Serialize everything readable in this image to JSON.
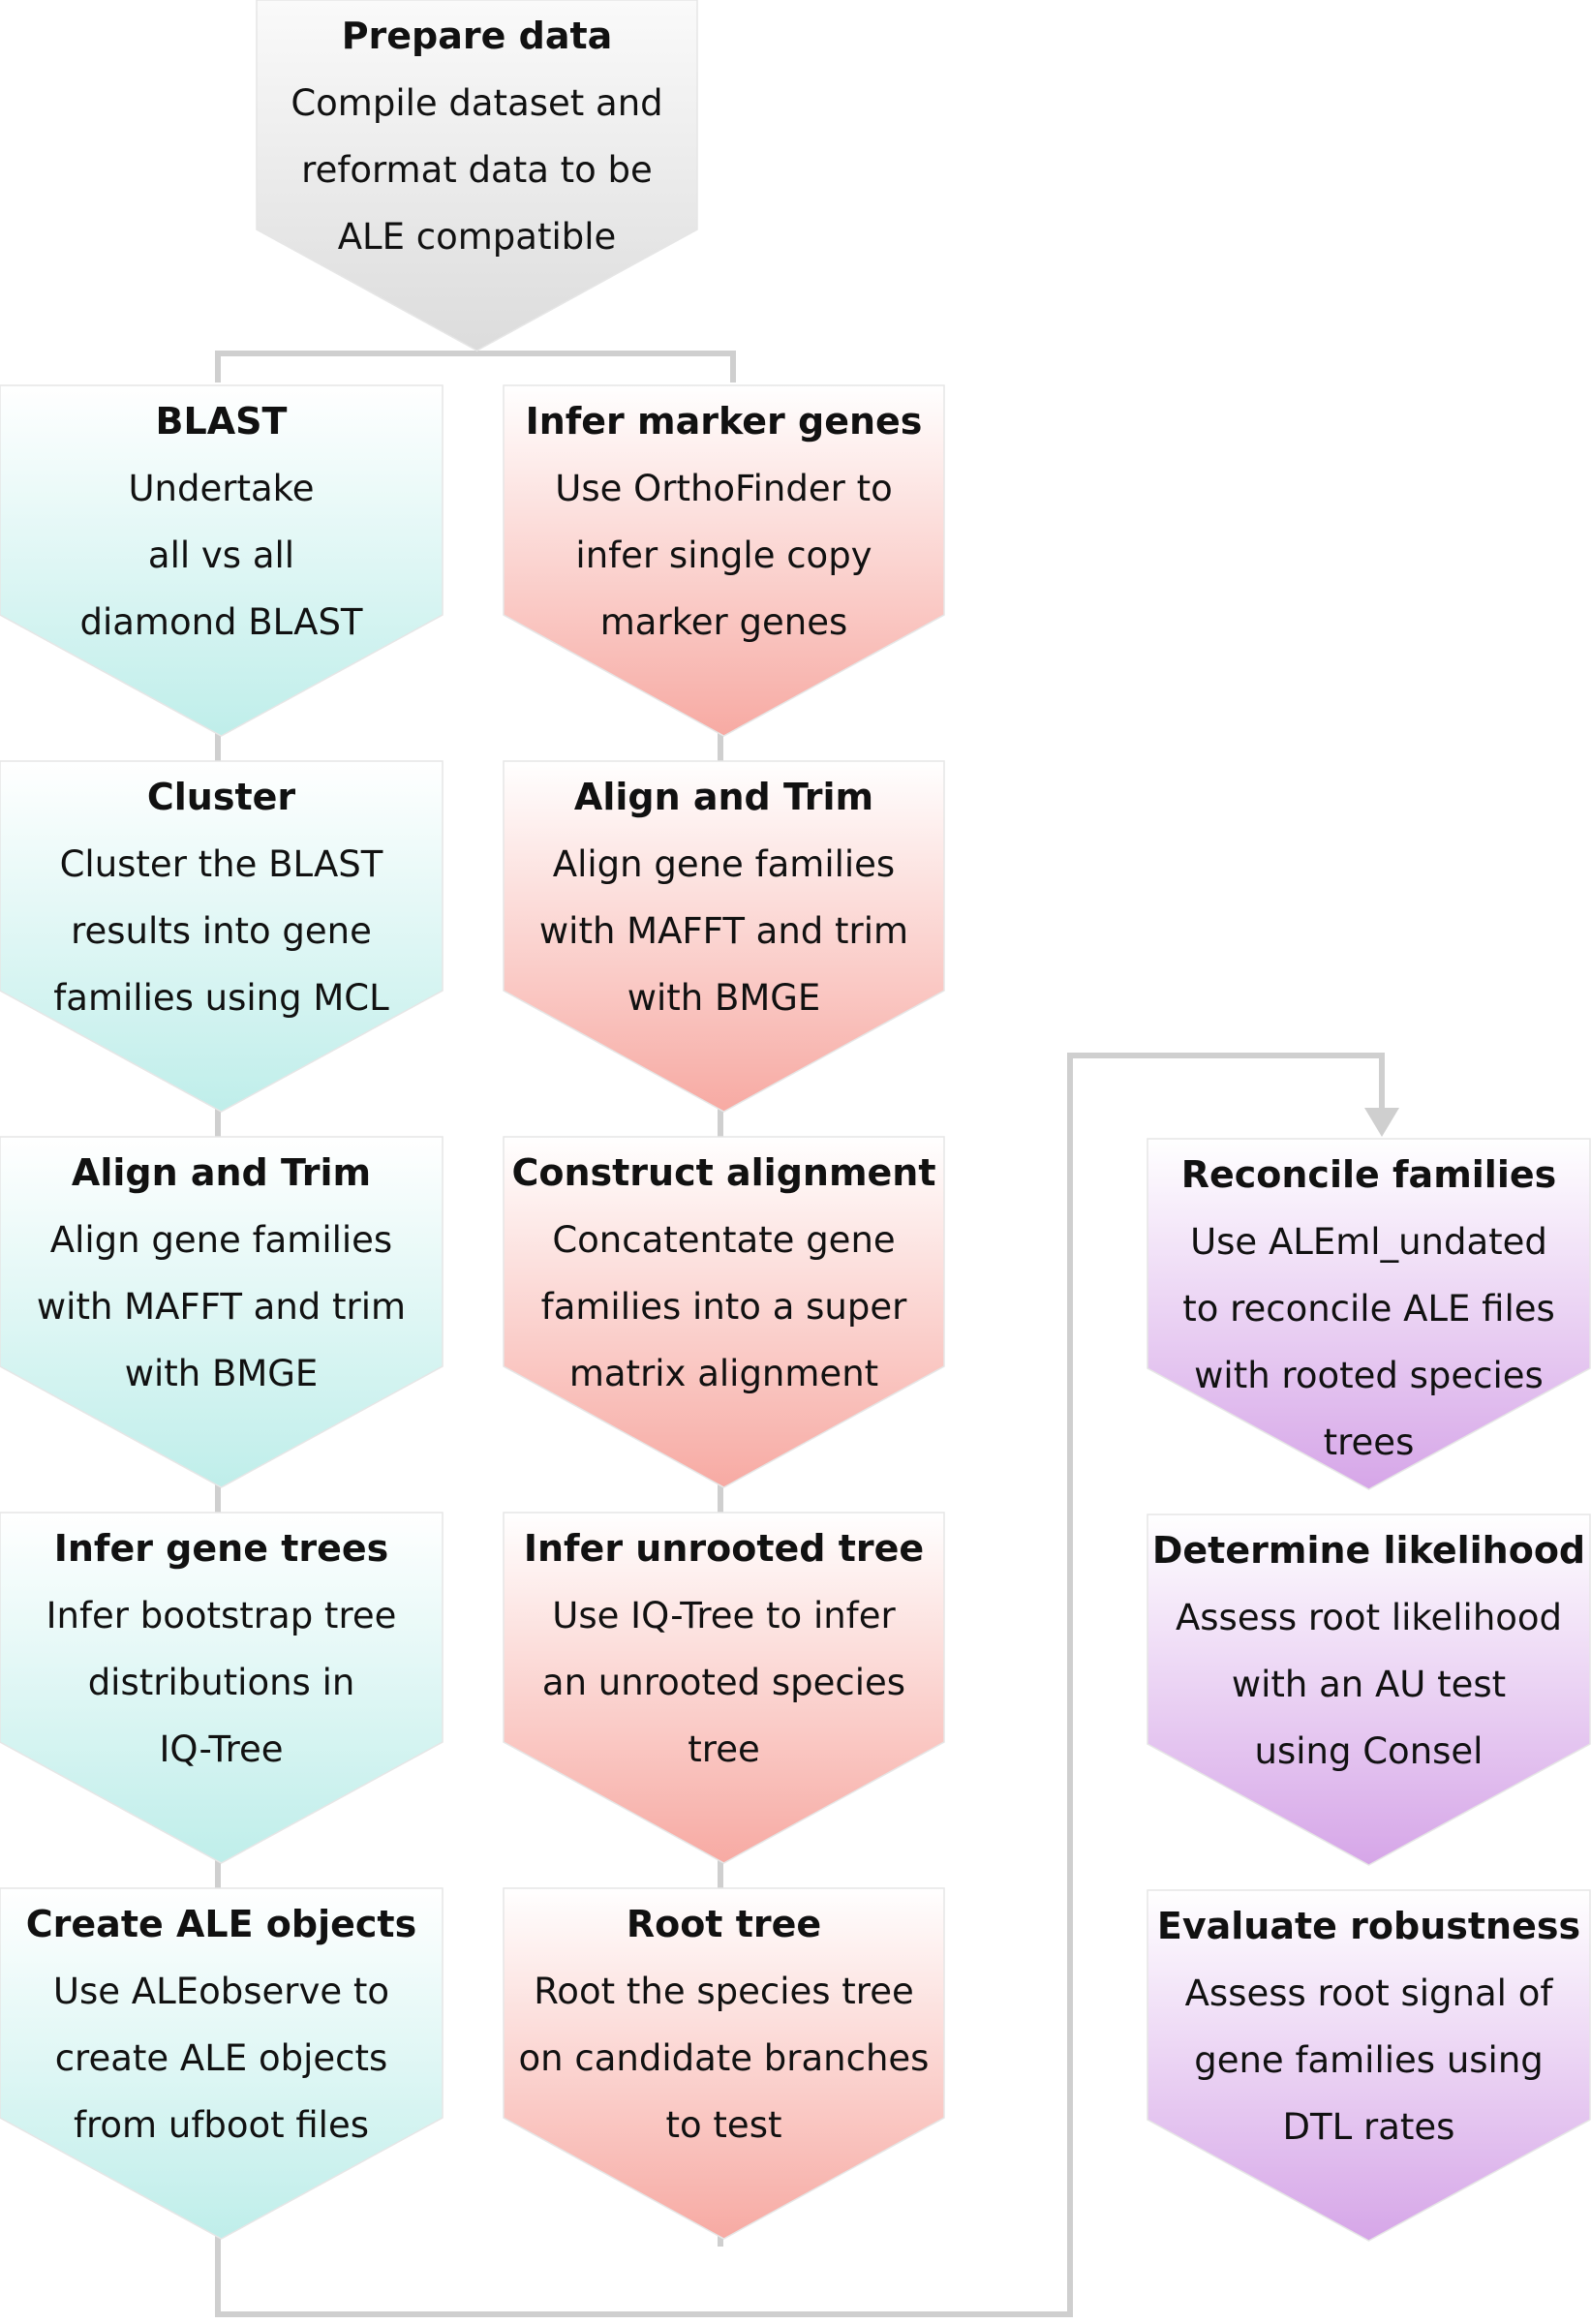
{
  "colors": {
    "gray_top": "#fafafa",
    "gray_bottom": "#dcdcdc",
    "teal_top": "#ffffff",
    "teal_bottom": "#bfeeea",
    "red_top": "#ffffff",
    "red_bottom": "#f7aaa3",
    "purple_top": "#ffffff",
    "purple_bottom": "#d6a6e8",
    "connector": "#cfcfcf"
  },
  "steps": {
    "prepare": {
      "title": "Prepare data",
      "lines": [
        "Compile dataset and",
        "reformat data to be",
        "ALE compatible"
      ]
    },
    "blast": {
      "title": "BLAST",
      "lines": [
        "Undertake",
        "all vs all",
        "diamond BLAST"
      ]
    },
    "cluster": {
      "title": "Cluster",
      "lines": [
        "Cluster the BLAST",
        "results into gene",
        "families using MCL"
      ]
    },
    "align_trim_left": {
      "title": "Align and Trim",
      "lines": [
        "Align gene families",
        "with MAFFT and trim",
        "with BMGE"
      ]
    },
    "infer_gene_trees": {
      "title": "Infer gene trees",
      "lines": [
        "Infer bootstrap tree",
        "distributions in",
        "IQ-Tree"
      ]
    },
    "create_ale": {
      "title": "Create ALE objects",
      "lines": [
        "Use ALEobserve to",
        "create ALE objects",
        "from ufboot files"
      ]
    },
    "infer_marker": {
      "title": "Infer marker genes",
      "lines": [
        "Use OrthoFinder to",
        "infer single copy",
        "marker genes"
      ]
    },
    "align_trim_mid": {
      "title": "Align and Trim",
      "lines": [
        "Align gene families",
        "with MAFFT and trim",
        "with BMGE"
      ]
    },
    "construct_alignment": {
      "title": "Construct alignment",
      "lines": [
        "Concatentate gene",
        "families into a super",
        "matrix alignment"
      ]
    },
    "infer_unrooted": {
      "title": "Infer unrooted tree",
      "lines": [
        "Use IQ-Tree to infer",
        "an unrooted species",
        "tree"
      ]
    },
    "root_tree": {
      "title": "Root tree",
      "lines": [
        "Root the species tree",
        "on candidate branches",
        "to test"
      ]
    },
    "reconcile": {
      "title": "Reconcile families",
      "lines": [
        "Use ALEml_undated",
        "to reconcile ALE files",
        "with rooted species",
        "trees"
      ]
    },
    "likelihood": {
      "title": "Determine likelihood",
      "lines": [
        "Assess root likelihood",
        "with an AU test",
        "using Consel"
      ]
    },
    "robustness": {
      "title": "Evaluate robustness",
      "lines": [
        "Assess root signal of",
        "gene families using",
        "DTL rates"
      ]
    }
  }
}
